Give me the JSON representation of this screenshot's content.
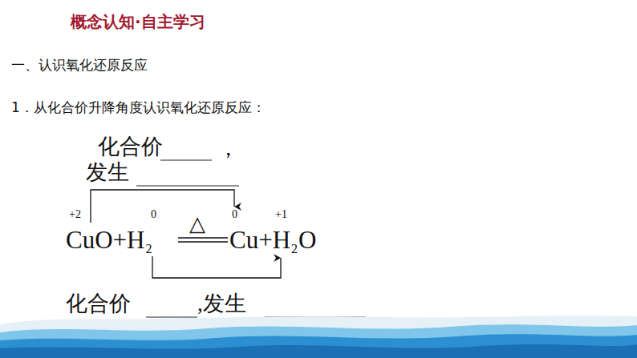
{
  "diagram": {
    "title": "概念认知·自主学习",
    "labels": [
      "一、认识氧化还原反应",
      "1．从化合价升降角度认识氧化还原反应：",
      "化合价",
      "，",
      "发生",
      "+2",
      "0",
      "0",
      "+1",
      "CuO+H",
      "2",
      "△",
      "Cu+H",
      "2",
      "O",
      "化合价",
      ",发生"
    ]
  }
}
